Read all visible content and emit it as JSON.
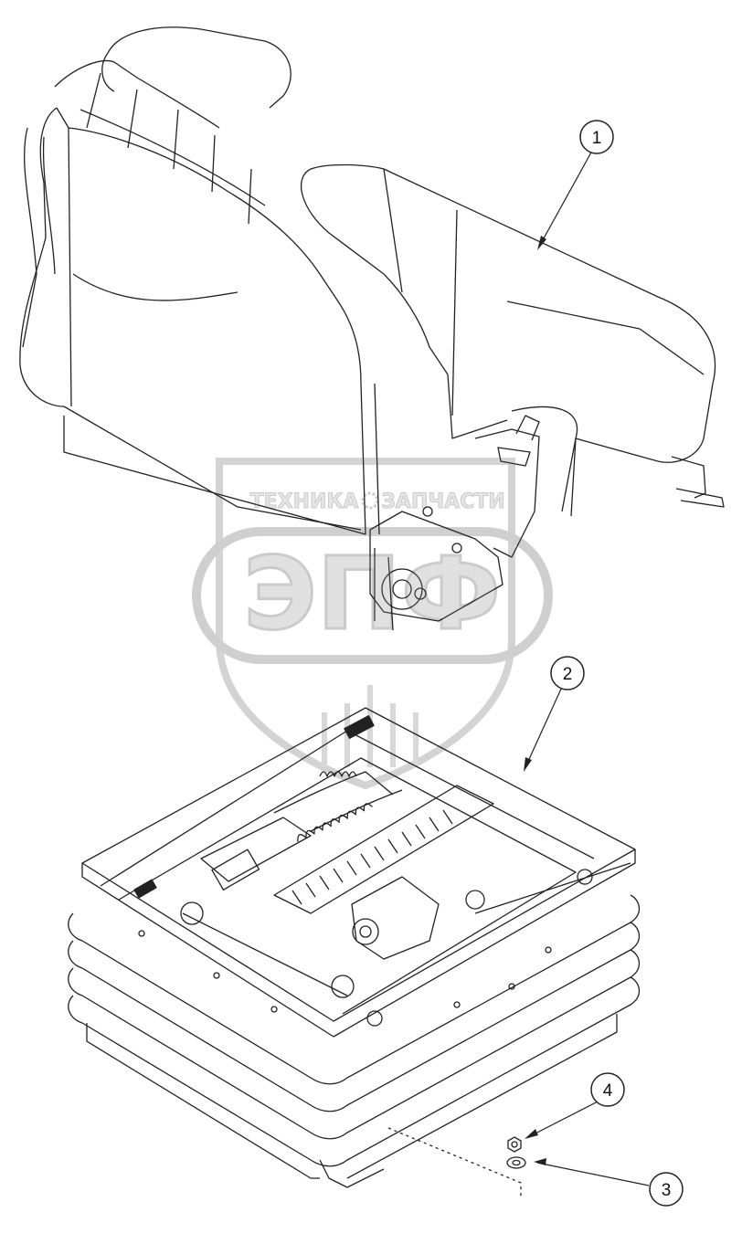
{
  "callouts": [
    {
      "id": "1",
      "label": "1"
    },
    {
      "id": "2",
      "label": "2"
    },
    {
      "id": "3",
      "label": "3"
    },
    {
      "id": "4",
      "label": "4"
    }
  ],
  "watermark": {
    "top_left": "ТЕХНИКА",
    "top_right": "ЗАПЧАСТИ",
    "main": "ЭПФ"
  }
}
